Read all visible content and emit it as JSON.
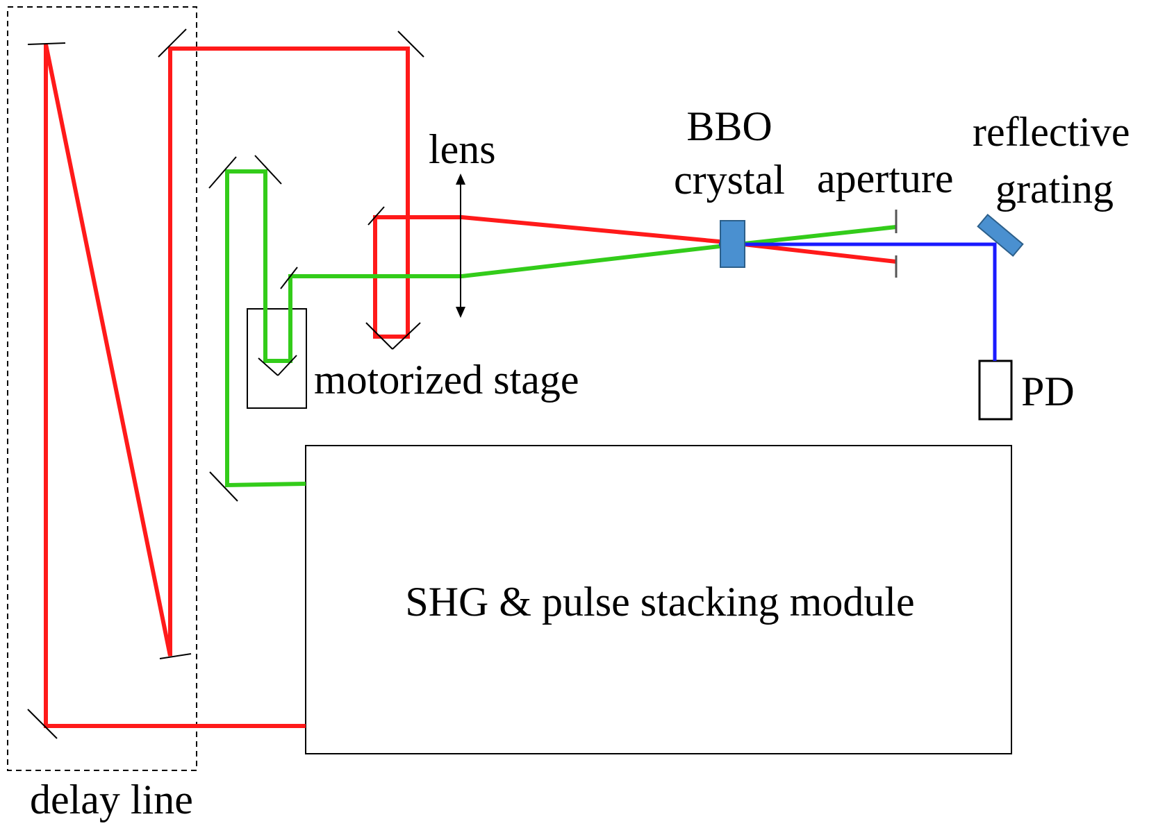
{
  "labels": {
    "delay_line": "delay line",
    "lens": "lens",
    "motorized_stage": "motorized stage",
    "bbo_line1": "BBO",
    "bbo_line2": "crystal",
    "aperture": "aperture",
    "grating_line1": "reflective",
    "grating_line2": "grating",
    "pd": "PD",
    "module": "SHG & pulse stacking module"
  },
  "colors": {
    "fundamental_beam": "#ff1a1a",
    "shg_beam": "#33cc1a",
    "signal_beam": "#1a1aff",
    "optic_fill": "#4a90d0",
    "optic_stroke": "#2c5f8a"
  }
}
